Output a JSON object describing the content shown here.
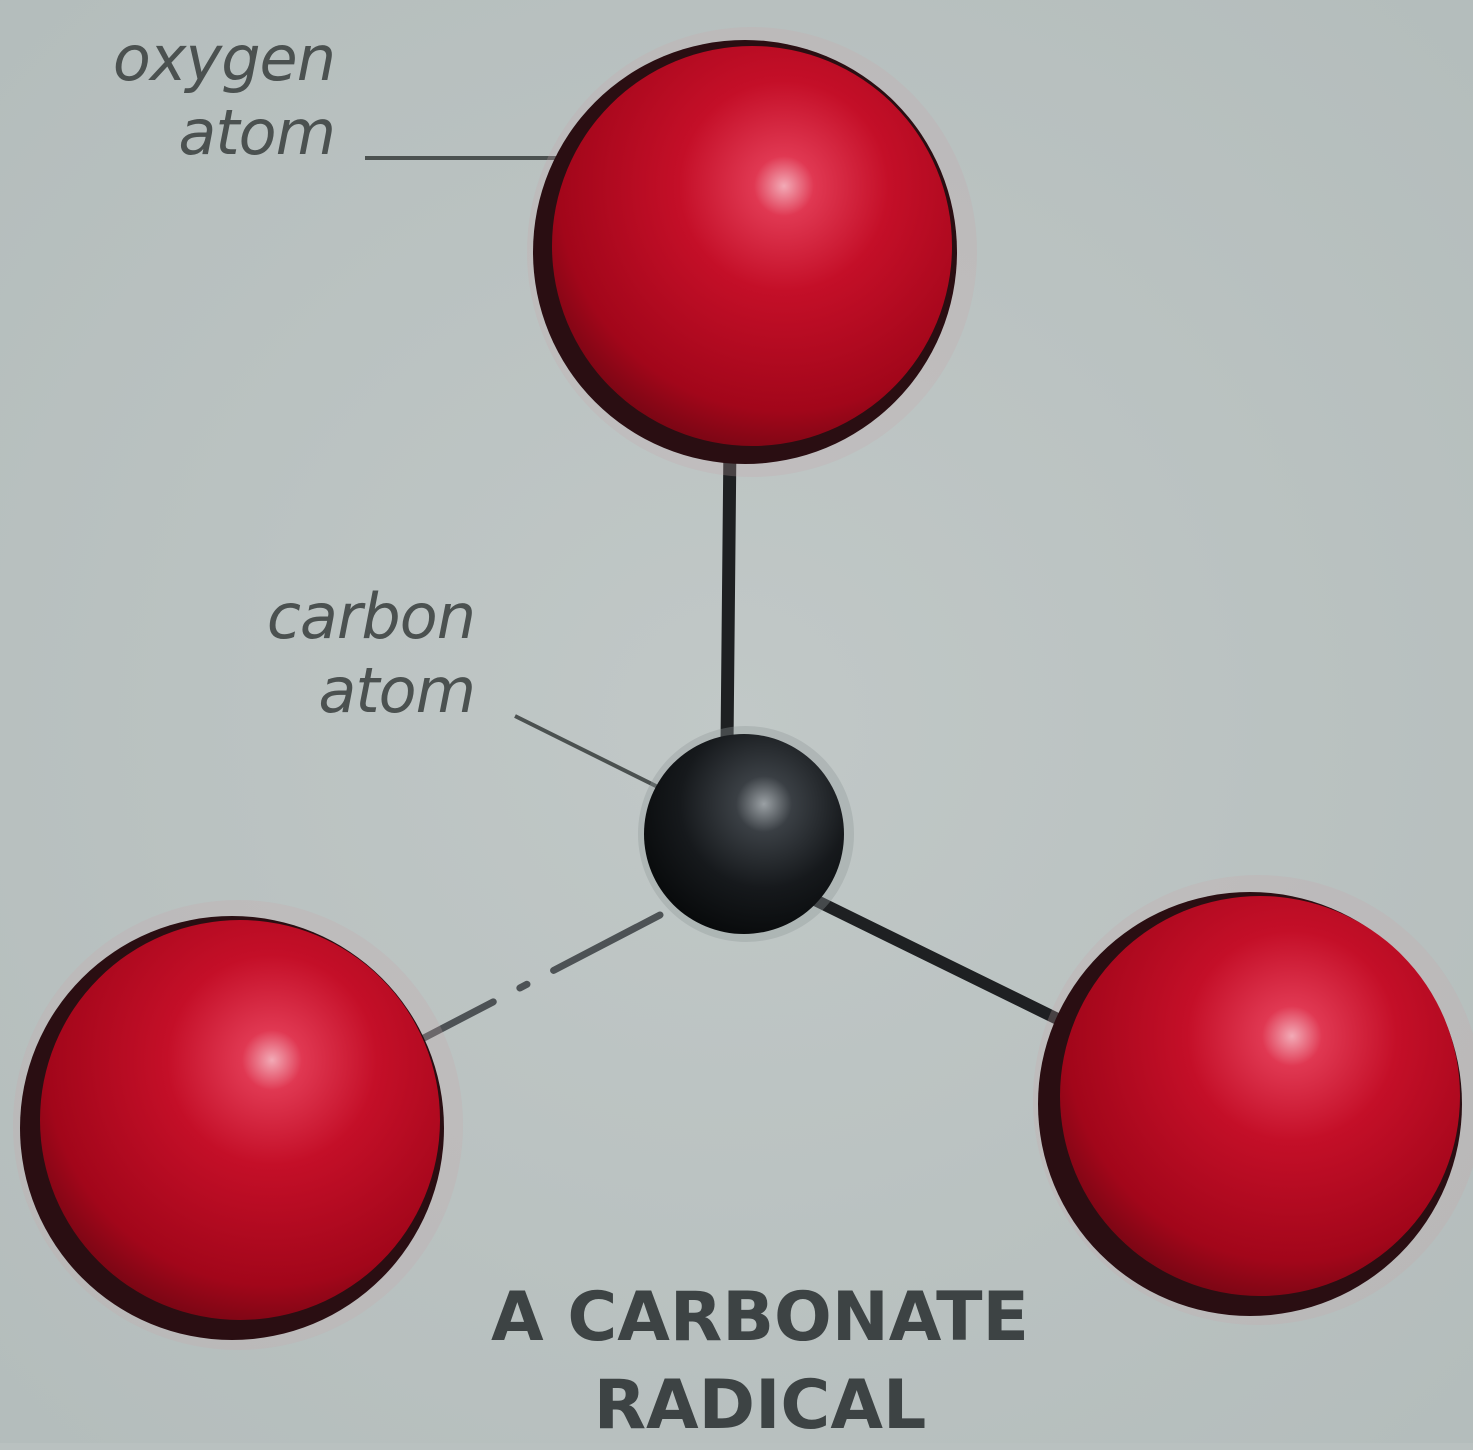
{
  "labels": {
    "oxygen": {
      "line1": "oxygen",
      "line2": "atom"
    },
    "carbon": {
      "line1": "carbon",
      "line2": "atom"
    }
  },
  "caption": {
    "line1": "A CARBONATE",
    "line2": "RADICAL"
  },
  "colors": {
    "background": "#b9c1c0",
    "oxygen": "#b0071c",
    "carbon": "#141618",
    "bond": "#1e2022",
    "label": "#4b5150",
    "caption": "#3d4344"
  }
}
